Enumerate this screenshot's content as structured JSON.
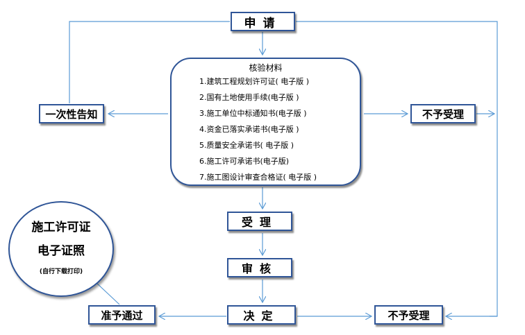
{
  "nodes": {
    "apply": "申请",
    "check_materials_title": "核验材料",
    "materials": [
      "1.建筑工程规划许可证( 电子版 )",
      "2.国有土地使用手续(电子版 )",
      "3.施工单位中标通知书(电子版 )",
      "4.资金已落实承诺书(电子版 )",
      "5.质量安全承诺书( 电子版 )",
      "6.施工许可承诺书(电子版)",
      "7.施工图设计审查合格证( 电子版 )"
    ],
    "one_time_notice": "一次性告知",
    "reject_top": "不予受理",
    "accept": "受理",
    "review": "审核",
    "decide": "决定",
    "approved": "准予通过",
    "reject_bottom": "不予受理",
    "certificate_line1": "施工许可证",
    "certificate_line2": "电子证照",
    "certificate_line3": "(自行下载打印)"
  },
  "colors": {
    "box_border": "#2f5597",
    "arrow": "#5b9bd5"
  }
}
